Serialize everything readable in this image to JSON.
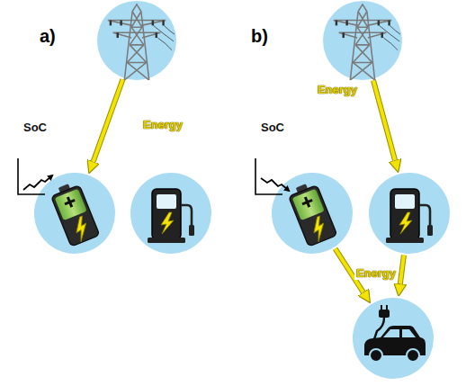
{
  "diagram": {
    "nodes": [
      {
        "text": []
      },
      {
        "text": [
          "SoC"
        ]
      },
      {
        "text": []
      },
      {
        "text": []
      },
      {
        "text": [
          "SoC"
        ]
      },
      {
        "text": []
      },
      {
        "text": []
      }
    ],
    "edges": [
      {
        "from": 0,
        "to": 1,
        "arrow": "to",
        "label": "Energy"
      },
      {
        "from": 3,
        "to": 5,
        "arrow": "to",
        "label": "Energy"
      },
      {
        "from": 4,
        "to": 6,
        "arrow": "to",
        "label": "Energy"
      },
      {
        "from": 5,
        "to": 6,
        "arrow": "to"
      }
    ],
    "labels": [
      "a)",
      "b)"
    ]
  }
}
